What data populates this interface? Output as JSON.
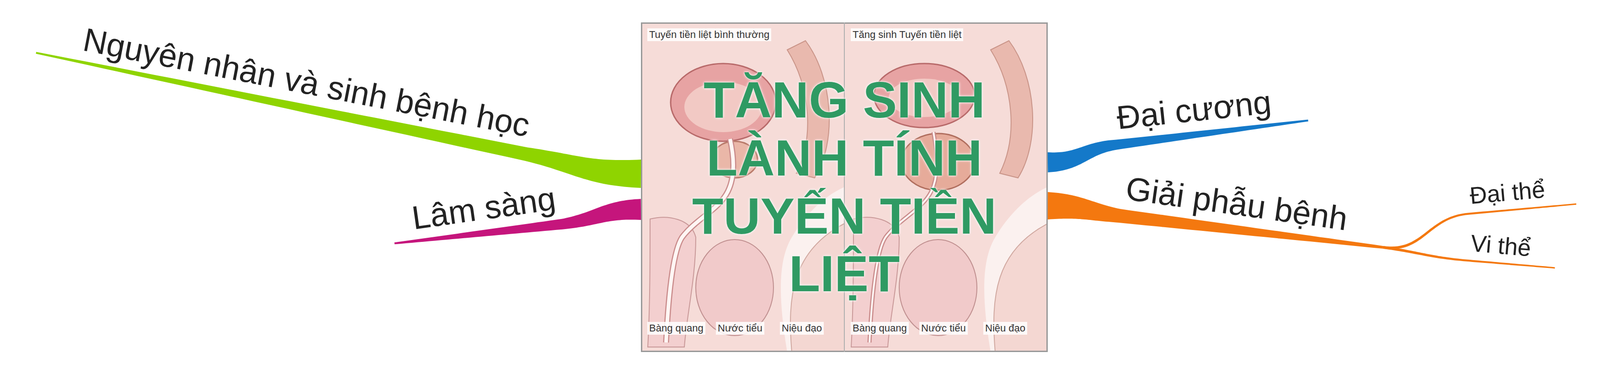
{
  "diagram": {
    "nodes": [
      {
        "text": [
          "TĂNG SINH LÀNH TÍNH TUYẾN TIỀN LIỆT"
        ]
      },
      {
        "text": [
          "Nguyên nhân và sinh bệnh học"
        ]
      },
      {
        "text": [
          "Lâm sàng"
        ]
      },
      {
        "text": [
          "Đại cương"
        ]
      },
      {
        "text": [
          "Giải phẫu bệnh"
        ]
      },
      {
        "text": [
          "Đại thể"
        ]
      },
      {
        "text": [
          "Vi thể"
        ]
      }
    ],
    "edges": [
      {
        "from": 0,
        "to": 1,
        "arrow": "none"
      },
      {
        "from": 0,
        "to": 2,
        "arrow": "none"
      },
      {
        "from": 0,
        "to": 3,
        "arrow": "none"
      },
      {
        "from": 0,
        "to": 4,
        "arrow": "none"
      },
      {
        "from": 4,
        "to": 5,
        "arrow": "none"
      },
      {
        "from": 4,
        "to": 6,
        "arrow": "none"
      }
    ],
    "labels": [
      "Tuyến tiền liệt bình thường",
      "Bàng quang",
      "Nước tiểu",
      "Niệu đạo",
      "Tăng sinh Tuyến tiền liệt",
      "Bàng quang",
      "Nước tiểu",
      "Niệu đạo"
    ]
  }
}
